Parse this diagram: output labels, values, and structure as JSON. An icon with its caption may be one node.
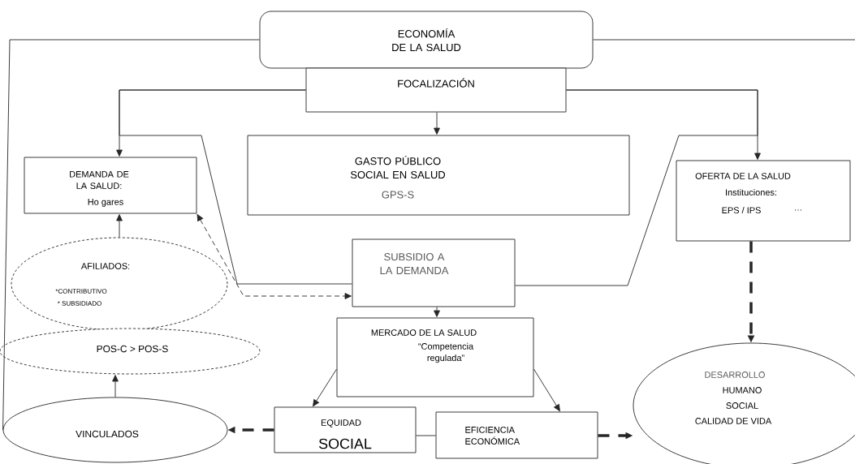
{
  "diagram": {
    "nodes": [
      {
        "text": [
          "ECONOMÍA DE LA SALUD"
        ]
      },
      {
        "text": [
          "FOCALIZACIÓN"
        ]
      },
      {
        "text": [
          "GASTO PÚBLICO SOCIAL EN SALUD",
          "GPS-S"
        ]
      },
      {
        "text": [
          "DEMANDA DE LA SALUD:",
          "Ho gares"
        ]
      },
      {
        "text": [
          "OFERTA DE LA SALUD",
          "Instituciones:",
          "EPS / IPS",
          "…"
        ]
      },
      {
        "text": [
          "AFILIADOS:",
          "*CONTRIBUTIVO",
          "* SUBSIDIADO"
        ]
      },
      {
        "text": [
          "SUBSIDIO A LA DEMANDA"
        ]
      },
      {
        "text": [
          "POS-C > POS-S"
        ]
      },
      {
        "text": [
          "MERCADO DE LA SALUD",
          "“Competencia regulada”"
        ]
      },
      {
        "text": [
          "DESARROLLO",
          "HUMANO",
          "SOCIAL",
          "CALIDAD DE VIDA"
        ]
      },
      {
        "text": [
          "VINCULADOS"
        ]
      },
      {
        "text": [
          "EQUIDAD",
          "SOCIAL"
        ]
      },
      {
        "text": [
          "EFICIENCIA ECONÓMICA"
        ]
      }
    ],
    "edges": [
      {
        "from": 0,
        "to": 10,
        "arrow": "none"
      },
      {
        "from": 0,
        "to": null,
        "arrow": "none"
      },
      {
        "from": 1,
        "to": 3,
        "arrow": "to"
      },
      {
        "from": 1,
        "to": 2,
        "arrow": "to"
      },
      {
        "from": 1,
        "to": 4,
        "arrow": "to"
      },
      {
        "from": 1,
        "to": 6,
        "arrow": "none"
      },
      {
        "from": 1,
        "to": 6,
        "arrow": "none"
      },
      {
        "from": 5,
        "to": 3,
        "arrow": "to"
      },
      {
        "from": 3,
        "to": 6,
        "arrow": "both",
        "style": "dashed"
      },
      {
        "from": 6,
        "to": 8,
        "arrow": "to"
      },
      {
        "from": 10,
        "to": 7,
        "arrow": "to"
      },
      {
        "from": 8,
        "to": 11,
        "arrow": "to"
      },
      {
        "from": 8,
        "to": 12,
        "arrow": "to"
      },
      {
        "from": 11,
        "to": 10,
        "arrow": "to",
        "style": "dashed"
      },
      {
        "from": 12,
        "to": 9,
        "arrow": "to",
        "style": "dashed"
      },
      {
        "from": 4,
        "to": 9,
        "arrow": "to",
        "style": "dashed"
      },
      {
        "from": 11,
        "to": 12,
        "arrow": "none"
      }
    ]
  }
}
